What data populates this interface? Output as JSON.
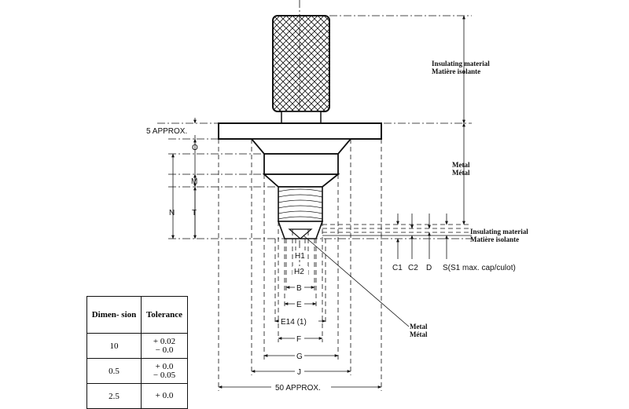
{
  "labels": {
    "insulating_top_en": "Insulating material",
    "insulating_top_fr": "Matière isolante",
    "metal_right_en": "Metal",
    "metal_right_fr": "Métal",
    "insulating_mid_en": "Insulating material",
    "insulating_mid_fr": "Matière isolante",
    "metal_low_en": "Metal",
    "metal_low_fr": "Métal",
    "five_approx": "5 APPROX.",
    "fifty_approx": "50 APPROX.",
    "dim_O": "O",
    "dim_M": "M",
    "dim_N": "N",
    "dim_T": "T",
    "dim_H1": "H1",
    "dim_H2": "H2",
    "dim_B": "B",
    "dim_E": "E",
    "dim_E14": "E14 (1)",
    "dim_F": "F",
    "dim_G": "G",
    "dim_J": "J",
    "dim_C1": "C1",
    "dim_C2": "C2",
    "dim_D": "D",
    "dim_S": "S(S1 max. cap/culot)"
  },
  "table": {
    "header_dimension": "Dimen- sion",
    "header_tolerance": "Tolerance",
    "rows": [
      {
        "dimension": "10",
        "tol_plus": "+ 0.02",
        "tol_minus": "− 0.0"
      },
      {
        "dimension": "0.5",
        "tol_plus": "+ 0.0",
        "tol_minus": "− 0.05"
      },
      {
        "dimension": "2.5",
        "tol_plus": "+ 0.0",
        "tol_minus": ""
      }
    ]
  }
}
